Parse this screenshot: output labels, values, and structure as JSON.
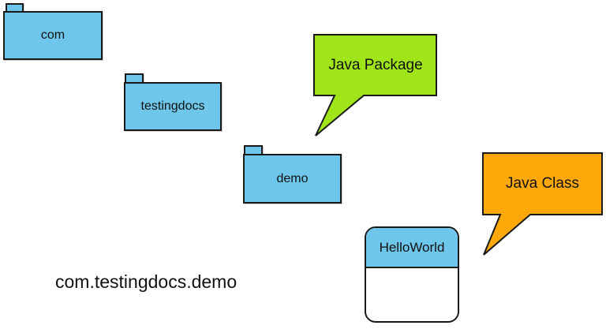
{
  "diagram": {
    "folders": [
      {
        "label": "com"
      },
      {
        "label": "testingdocs"
      },
      {
        "label": "demo"
      }
    ],
    "callouts": {
      "package": {
        "label": "Java Package",
        "fill": "#9FE51A"
      },
      "class": {
        "label": "Java Class",
        "fill": "#FFA80A"
      }
    },
    "class_box": {
      "name": "HelloWorld",
      "header_fill": "#6EC6EB"
    },
    "caption": "com.testingdocs.demo",
    "colors": {
      "folder_fill": "#6EC6EB",
      "outline": "#1A1A1A",
      "background": "#FFFFFF"
    }
  }
}
